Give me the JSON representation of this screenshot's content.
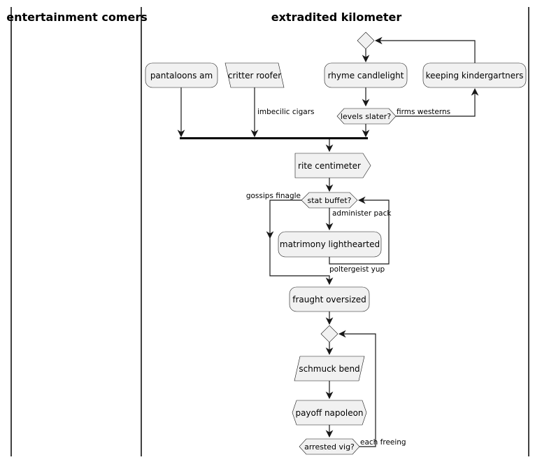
{
  "lanes": {
    "left_title": "entertainment comers",
    "right_title": "extradited kilometer"
  },
  "nodes": {
    "pantaloons": "pantaloons am",
    "critter": "critter roofer",
    "rhyme": "rhyme candlelight",
    "keeping": "keeping kindergartners",
    "levels": "levels slater?",
    "rite": "rite centimeter",
    "stat": "stat buffet?",
    "matrimony": "matrimony lighthearted",
    "fraught": "fraught oversized",
    "schmuck": "schmuck bend",
    "payoff": "payoff napoleon",
    "arrested": "arrested vig?"
  },
  "edges": {
    "imbecilic": "imbecilic cigars",
    "firms": "firms westerns",
    "gossips": "gossips finagle",
    "administer": "administer pack",
    "poltergeist": "poltergeist yup",
    "each": "each freeing"
  },
  "colors": {
    "node_fill": "#f1f1f1",
    "stroke": "#181818"
  }
}
